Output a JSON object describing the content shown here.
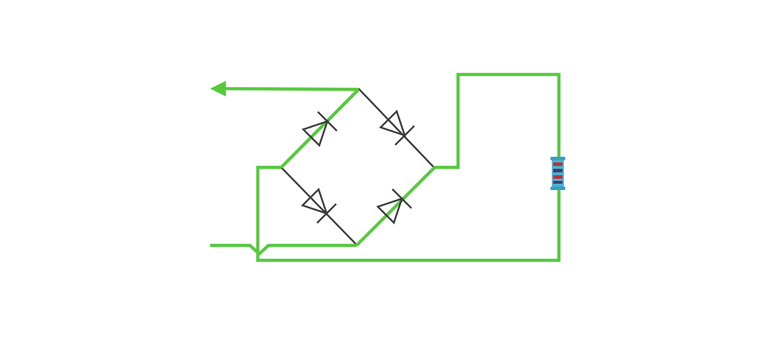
{
  "diagram": {
    "type": "bridge-rectifier-current-path",
    "colors": {
      "background": "#ffffff",
      "current_path": "#56c93f",
      "diode": "#3a3a3a",
      "resistor_body": "#4ab3d4",
      "resistor_band_red": "#b8323a",
      "resistor_band_dark": "#4a3a6a"
    },
    "components": [
      {
        "kind": "diode",
        "name": "diode-top-left",
        "on_current_path": true
      },
      {
        "kind": "diode",
        "name": "diode-top-right",
        "on_current_path": false
      },
      {
        "kind": "diode",
        "name": "diode-bottom-left",
        "on_current_path": false
      },
      {
        "kind": "diode",
        "name": "diode-bottom-right",
        "on_current_path": true
      },
      {
        "kind": "resistor",
        "name": "load-resistor",
        "orientation": "vertical"
      }
    ],
    "arrows": [
      {
        "name": "current-direction-arrow",
        "direction": "left"
      }
    ]
  }
}
